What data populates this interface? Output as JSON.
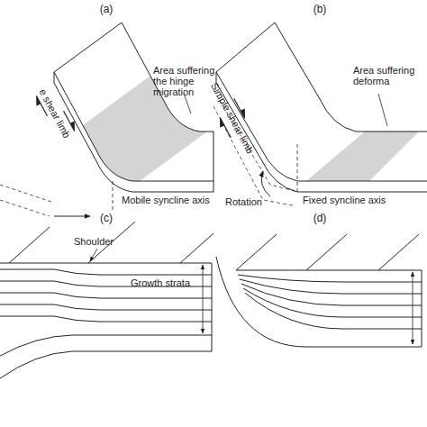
{
  "diagram": {
    "labels": [
      "(a)",
      "(b)",
      "Area suffering the hinge migration",
      "Area suffering deforma",
      "e shear limb",
      "Simple shear limb",
      "Rotation",
      "Mobile syncline axis",
      "Fixed syncline axis",
      "(c)",
      "(d)",
      "Shoulder",
      "Growth strata"
    ]
  }
}
